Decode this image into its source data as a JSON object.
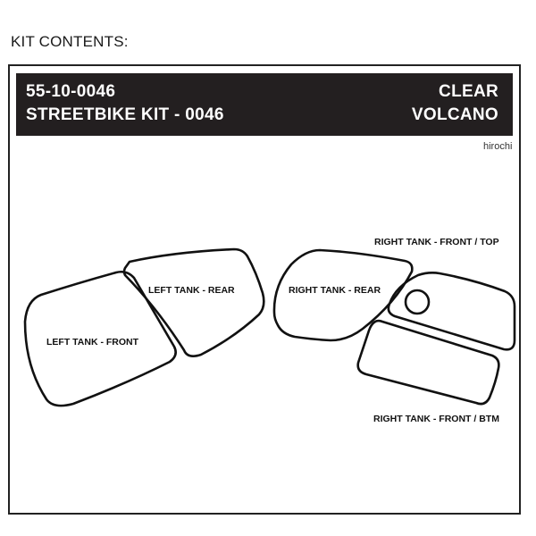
{
  "heading": "KIT CONTENTS:",
  "banner": {
    "part_number": "55-10-0046",
    "kit_name": "STREETBIKE KIT - 0046",
    "finish": "CLEAR",
    "texture": "VOLCANO"
  },
  "watermark": "hirochi",
  "pieces": {
    "left_front": "LEFT TANK - FRONT",
    "left_rear": "LEFT TANK - REAR",
    "right_rear": "RIGHT TANK - REAR",
    "right_front_top": "RIGHT TANK - FRONT / TOP",
    "right_front_btm": "RIGHT TANK - FRONT / BTM"
  }
}
